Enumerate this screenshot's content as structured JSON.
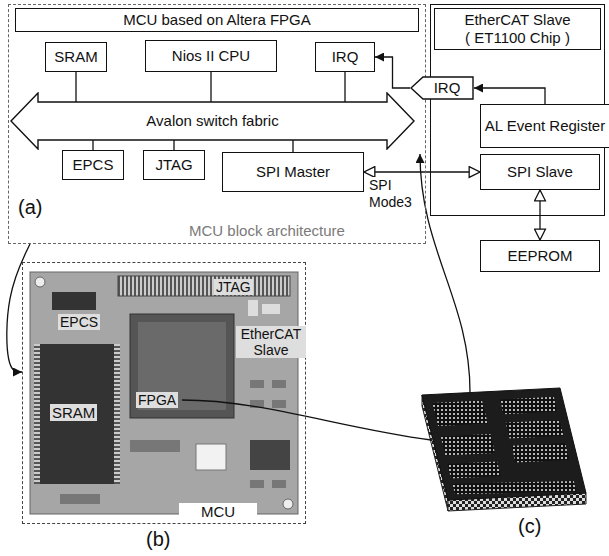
{
  "diagram": {
    "nodes": [
      {
        "text": [
          "MCU block architecture"
        ]
      },
      {
        "text": [
          "MCU based on Altera FPGA"
        ],
        "in": 0
      },
      {
        "text": [
          "SRAM"
        ],
        "in": 0
      },
      {
        "text": [
          "Nios II CPU"
        ],
        "in": 0
      },
      {
        "text": [
          "IRQ"
        ],
        "in": 0
      },
      {
        "text": [
          "Avalon switch fabric"
        ],
        "in": 0
      },
      {
        "text": [
          "EPCS"
        ],
        "in": 0
      },
      {
        "text": [
          "JTAG"
        ],
        "in": 0
      },
      {
        "text": [
          "SPI Master"
        ],
        "in": 0
      },
      {
        "text": [
          "EtherCAT Slave ( ET1100 Chip )"
        ]
      },
      {
        "text": [
          "IRQ"
        ],
        "in": 9
      },
      {
        "text": [
          "AL Event Register"
        ],
        "in": 9
      },
      {
        "text": [
          "SPI Slave"
        ],
        "in": 9
      },
      {
        "text": [
          "EEPROM"
        ]
      },
      {
        "text": [
          "MCU"
        ]
      }
    ],
    "edges": [
      {
        "from": 2,
        "to": 5,
        "arrow": "none"
      },
      {
        "from": 3,
        "to": 5,
        "arrow": "none"
      },
      {
        "from": 4,
        "to": 5,
        "arrow": "none"
      },
      {
        "from": 6,
        "to": 5,
        "arrow": "none"
      },
      {
        "from": 7,
        "to": 5,
        "arrow": "none"
      },
      {
        "from": 8,
        "to": 5,
        "arrow": "none"
      },
      {
        "from": 11,
        "to": 10,
        "arrow": "to"
      },
      {
        "from": 10,
        "to": 4,
        "arrow": "to"
      },
      {
        "from": 8,
        "to": 12,
        "label": "SPI Mode3",
        "arrow": "both"
      },
      {
        "from": 12,
        "to": 13,
        "arrow": "both"
      },
      {
        "from": 0,
        "to": 14,
        "arrow": "to"
      }
    ],
    "labels": [
      "(a)",
      "JTAG",
      "EPCS",
      "EtherCAT Slave",
      "FPGA",
      "SRAM",
      "(b)",
      "(c)"
    ]
  }
}
